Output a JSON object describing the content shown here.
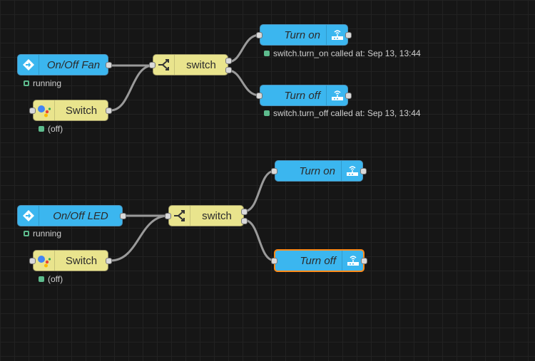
{
  "flows": [
    {
      "input_node": {
        "label": "On/Off Fan",
        "status": "running"
      },
      "assistant_node": {
        "label": "Switch",
        "status": "(off)"
      },
      "switch_node": {
        "label": "switch"
      },
      "turn_on_node": {
        "label": "Turn on",
        "status": "switch.turn_on called at: Sep 13, 13:44"
      },
      "turn_off_node": {
        "label": "Turn off",
        "status": "switch.turn_off called at: Sep 13, 13:44"
      }
    },
    {
      "input_node": {
        "label": "On/Off LED",
        "status": "running"
      },
      "assistant_node": {
        "label": "Switch",
        "status": "(off)"
      },
      "switch_node": {
        "label": "switch"
      },
      "turn_on_node": {
        "label": "Turn on"
      },
      "turn_off_node": {
        "label": "Turn off"
      }
    }
  ],
  "colors": {
    "canvas": "#161616",
    "grid": "#222222",
    "wire": "#9a9a9a",
    "input_node": "#3bb6ef",
    "action_node": "#3bb6ef",
    "switch_node": "#e9e48d",
    "assistant_node": "#e9e48d",
    "status_green": "#5dbb8d",
    "selected_border": "#ff8c1a"
  }
}
